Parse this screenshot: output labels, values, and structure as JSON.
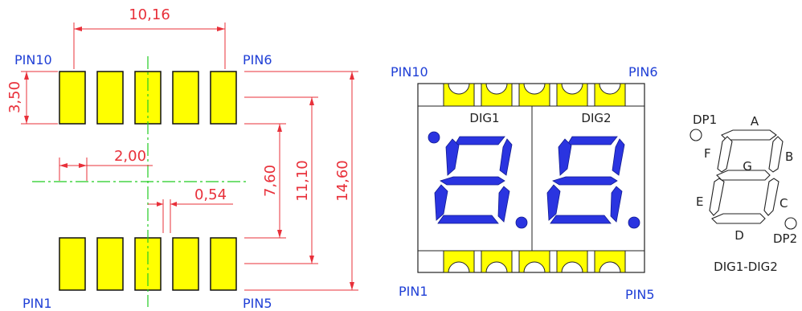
{
  "footprint": {
    "pin_top_left": "PIN10",
    "pin_top_right": "PIN6",
    "pin_bottom_left": "PIN1",
    "pin_bottom_right": "PIN5",
    "dim_pitch_span": "10,16",
    "dim_pad_length": "3,50",
    "dim_center_offset": "2,00",
    "dim_pad_gap": "0,54",
    "dim_inner": "7,60",
    "dim_mid": "11,10",
    "dim_total": "14,60"
  },
  "display": {
    "pin_top_left": "PIN10",
    "pin_top_right": "PIN6",
    "pin_bottom_left": "PIN1",
    "pin_bottom_right": "PIN5",
    "digit1_label": "DIG1",
    "digit2_label": "DIG2"
  },
  "segment_map": {
    "segments": {
      "a": "A",
      "b": "B",
      "c": "C",
      "d": "D",
      "e": "E",
      "f": "F",
      "g": "G"
    },
    "dp1": "DP1",
    "dp2": "DP2",
    "caption": "DIG1-DIG2"
  },
  "colors": {
    "pad": "#ffff00",
    "dimension": "#e8303a",
    "centerline": "#22cc22",
    "segment": "#2a34e0",
    "pin_label": "#1f3fd6"
  }
}
